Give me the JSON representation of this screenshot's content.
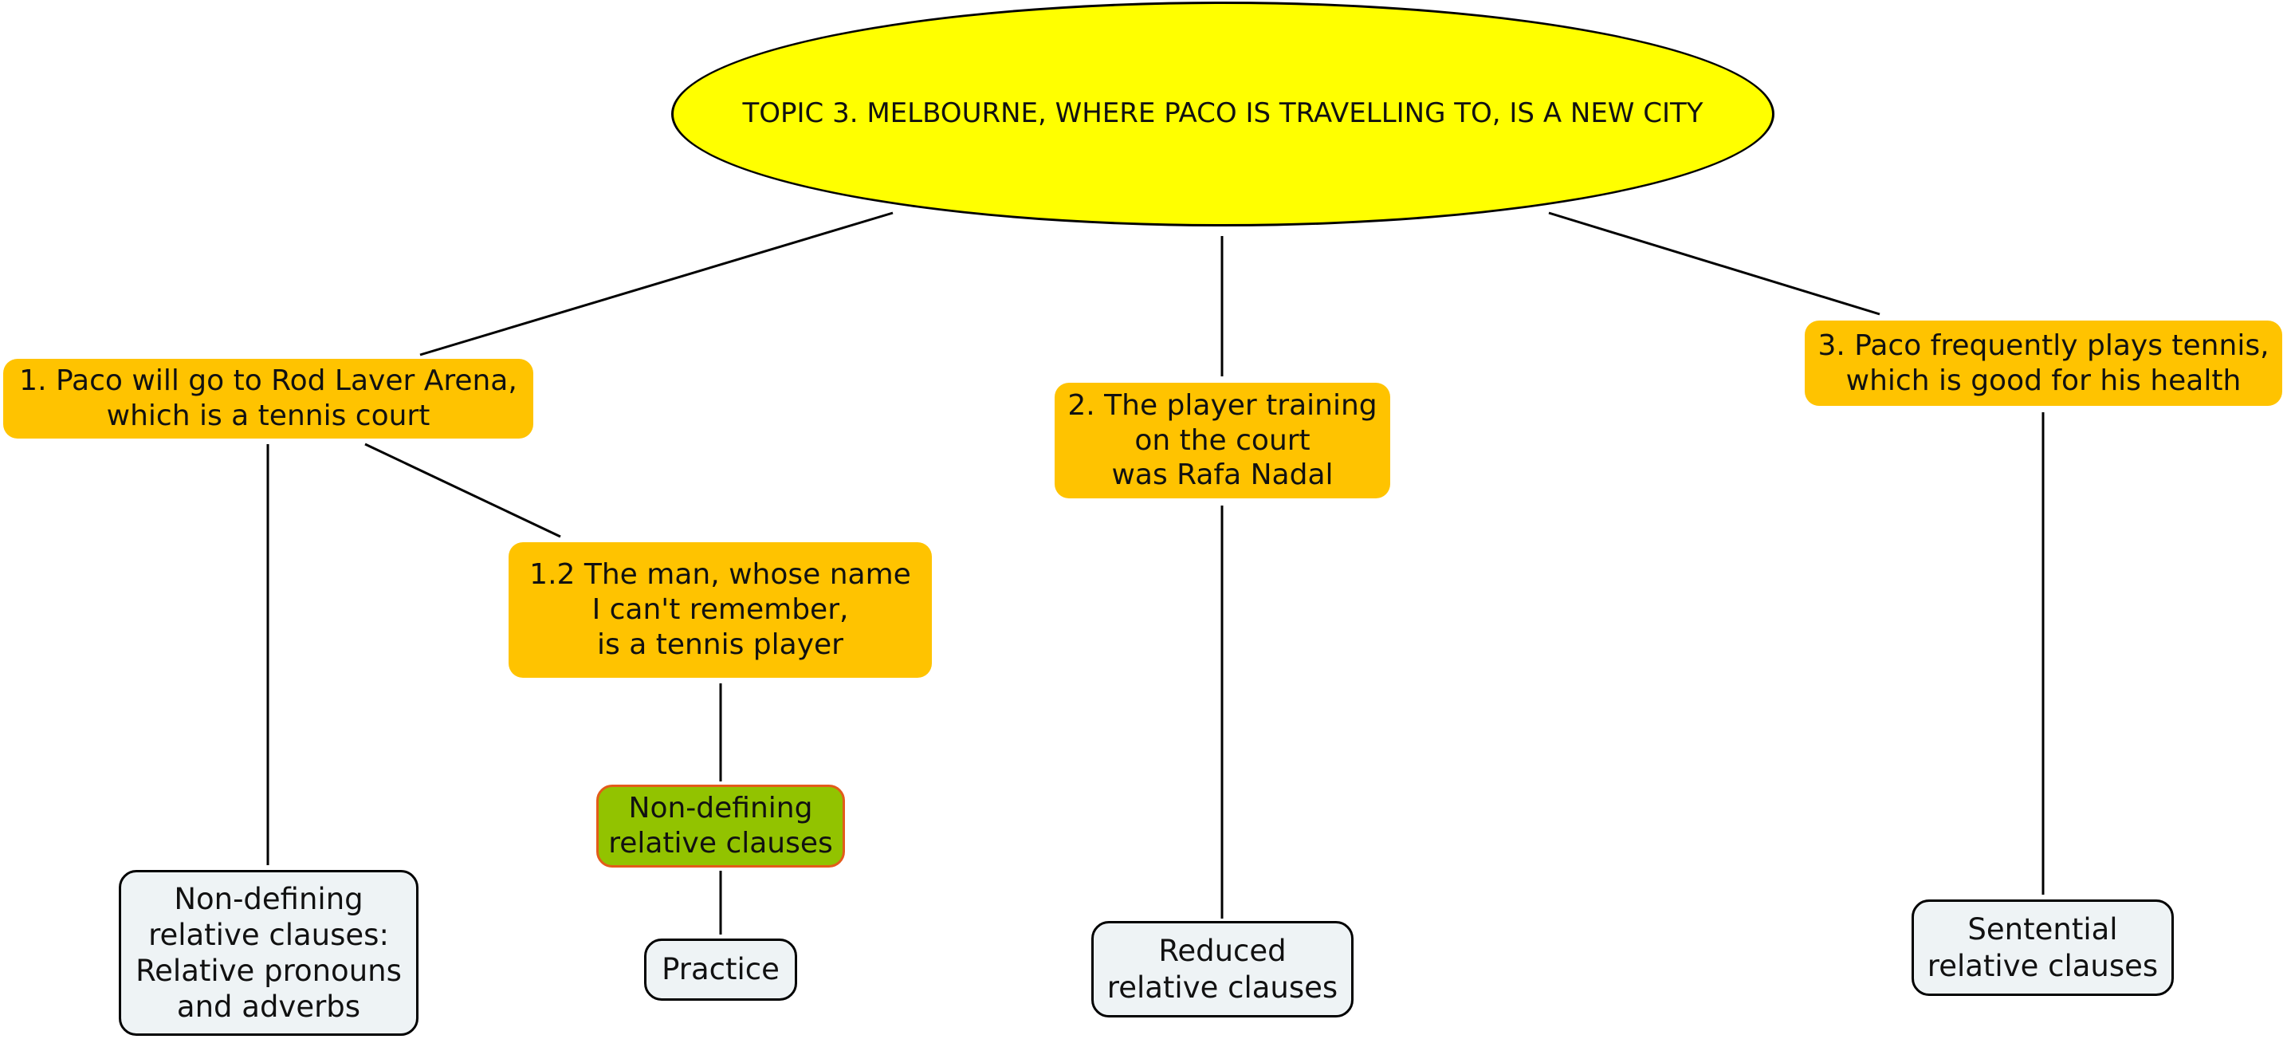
{
  "diagram": {
    "topic": "TOPIC 3. MELBOURNE, WHERE PACO IS TRAVELLING TO, IS A NEW CITY",
    "branch1": "1. Paco will go to Rod Laver Arena,\nwhich is a tennis court",
    "branch1_2": "1.2 The man, whose name\nI can't remember,\nis a tennis player",
    "branch2": "2. The player training\non the court\nwas Rafa Nadal",
    "branch3": "3. Paco frequently plays tennis,\nwhich is good for his health",
    "leaf_pronouns": "Non-defining\nrelative clauses:\nRelative pronouns\nand adverbs",
    "leaf_nondefining": "Non-defining\nrelative clauses",
    "leaf_practice": "Practice",
    "leaf_reduced": "Reduced\nrelative clauses",
    "leaf_sentential": "Sentential\nrelative clauses"
  },
  "colors": {
    "topic_fill": "#ffff00",
    "branch_fill": "#ffc300",
    "highlight_fill": "#92c300",
    "highlight_border": "#e35b1a",
    "leaf_fill": "#eef3f5"
  }
}
